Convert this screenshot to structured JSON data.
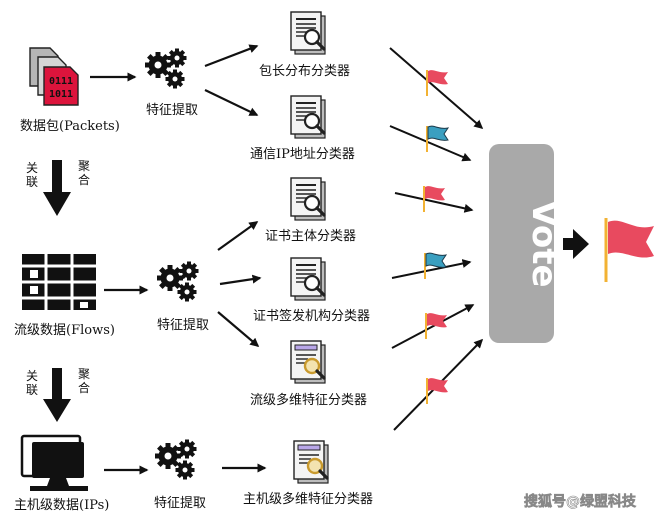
{
  "sources": {
    "packets": "数据包(Packets)",
    "flows": "流级数据(Flows)",
    "hosts": "主机级数据(IPs)"
  },
  "transitions": {
    "correlate": "关联",
    "aggregate": "聚合"
  },
  "feature_extract": "特征提取",
  "classifiers": [
    "包长分布分类器",
    "通信IP地址分类器",
    "证书主体分类器",
    "证书签发机构分类器",
    "流级多维特征分类器",
    "主机级多维特征分类器"
  ],
  "vote_label": "Vote",
  "watermark": "搜狐号@绿盟科技",
  "packet_icon_text": [
    "0111",
    "1011"
  ],
  "colors": {
    "flag_red": "#e84a5f",
    "flag_blue": "#3a9fc0",
    "flag_pole": "#f2b233",
    "vote_box": "#a9a9a9",
    "magnifier_purple": "#b9a7e8",
    "magnifier_gold": "#c99a2e",
    "packet_red": "#dc143c"
  },
  "icons": [
    "packet-icon",
    "gear-icon",
    "document-magnifier-icon",
    "server-rack-icon",
    "monitor-icon",
    "flag-icon",
    "arrow-icon"
  ]
}
